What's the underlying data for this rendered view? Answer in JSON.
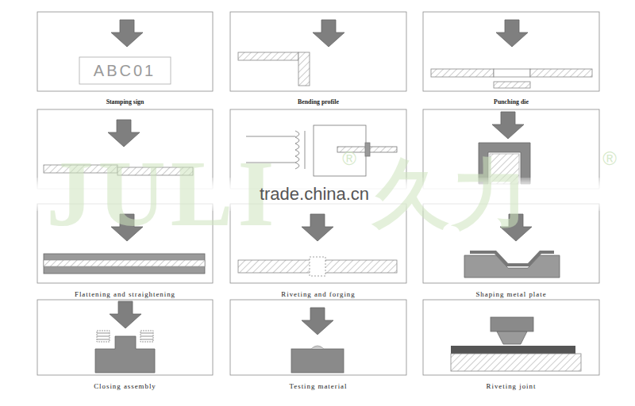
{
  "diagram": {
    "nodes": [
      {
        "text": [
          "Stamping sign"
        ]
      },
      {
        "text": [
          "Bending profile"
        ]
      },
      {
        "text": [
          "Punching die"
        ]
      },
      {
        "text": [
          "Flattening and straightening"
        ]
      },
      {
        "text": [
          "Riveting and forging"
        ]
      },
      {
        "text": [
          "Shaping metal plate"
        ]
      },
      {
        "text": [
          "Closing assembly"
        ]
      },
      {
        "text": [
          "Testing material"
        ]
      },
      {
        "text": [
          "Riveting joint"
        ]
      }
    ],
    "labels": [
      "ABC01",
      "JULI",
      "久力",
      "®",
      "®",
      "trade.china.cn"
    ]
  }
}
